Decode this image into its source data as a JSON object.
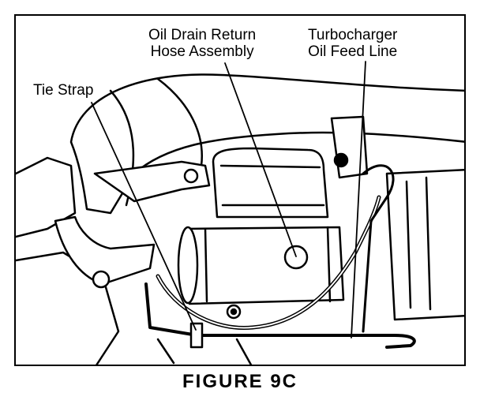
{
  "labels": {
    "tie_strap": "Tie Strap",
    "oil_drain_line1": "Oil Drain Return",
    "oil_drain_line2": "Hose Assembly",
    "turbo_line1": "Turbocharger",
    "turbo_line2": "Oil Feed Line"
  },
  "caption": "FIGURE 9C",
  "colors": {
    "ink": "#000000",
    "paper": "#ffffff"
  }
}
